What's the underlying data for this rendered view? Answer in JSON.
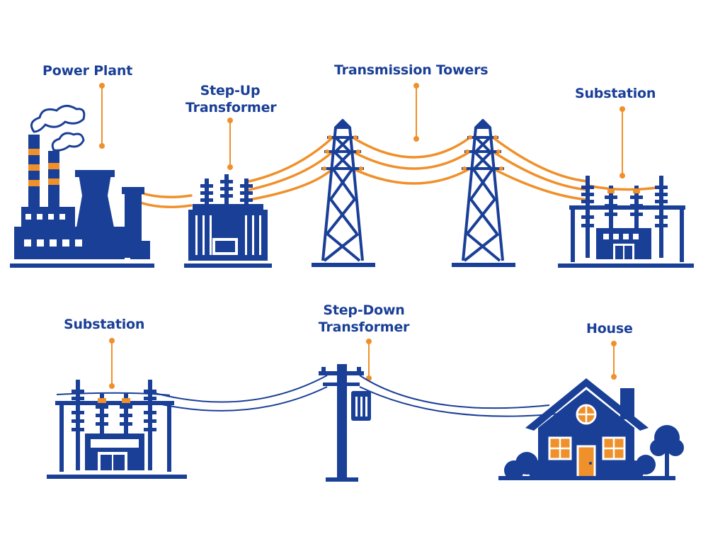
{
  "colors": {
    "blue": "#1a3f97",
    "orange": "#f0902a",
    "white": "#ffffff"
  },
  "labels": {
    "power_plant": "Power Plant",
    "step_up_line1": "Step-Up",
    "step_up_line2": "Transformer",
    "transmission_towers": "Transmission Towers",
    "substation_top": "Substation",
    "substation_bottom": "Substation",
    "step_down_line1": "Step-Down",
    "step_down_line2": "Transformer",
    "house": "House"
  },
  "icons": [
    "power-plant-icon",
    "step-up-transformer-icon",
    "transmission-tower-icon",
    "substation-icon",
    "utility-pole-icon",
    "house-icon",
    "tree-icon"
  ]
}
